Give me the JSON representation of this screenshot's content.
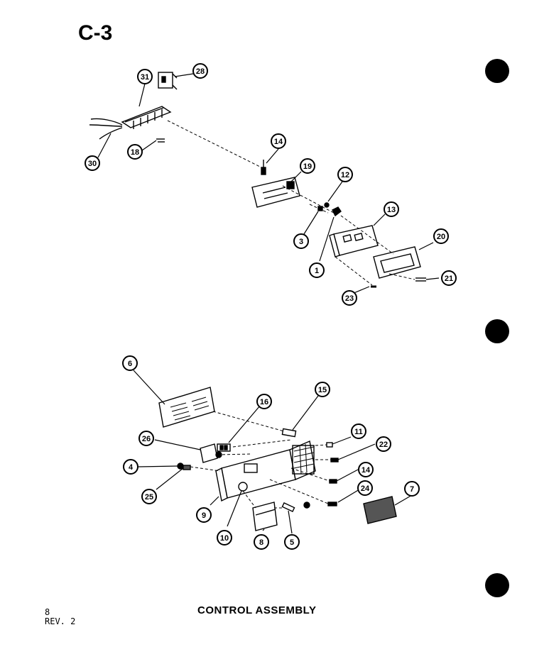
{
  "page_code": "C-3",
  "caption": "CONTROL ASSEMBLY",
  "page_number": "8",
  "revision": "REV. 2",
  "callouts": [
    "31",
    "28",
    "30",
    "18",
    "14",
    "19",
    "12",
    "3",
    "1",
    "13",
    "20",
    "23",
    "21",
    "6",
    "16",
    "15",
    "26",
    "11",
    "22",
    "4",
    "14",
    "25",
    "24",
    "7",
    "9",
    "10",
    "8",
    "5"
  ]
}
